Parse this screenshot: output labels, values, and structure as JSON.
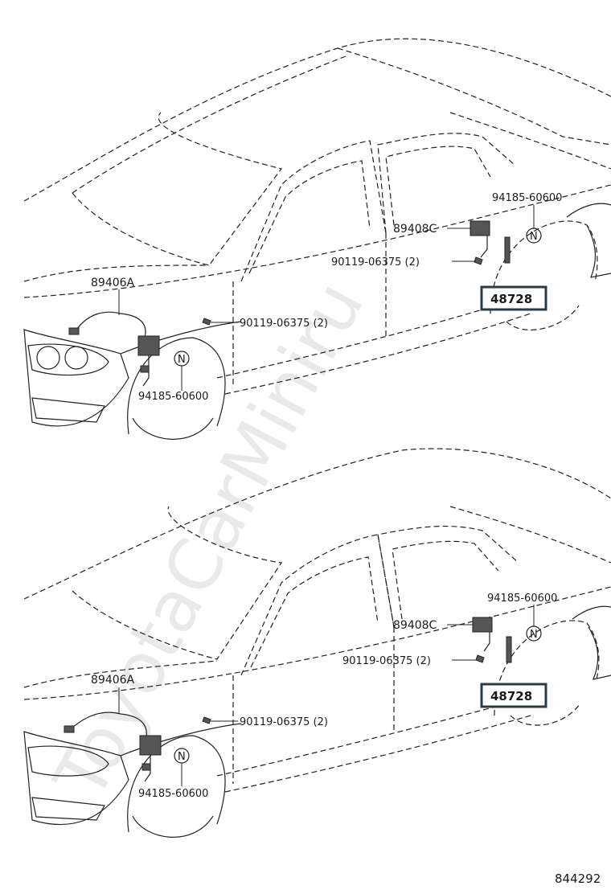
{
  "watermark": "ToyotaCarMiniru",
  "figure_number": "844292",
  "views": [
    {
      "labels": {
        "front_sensor": "89406A",
        "rear_sensor": "89408C",
        "bolt_front": "90119-06375 (2)",
        "bolt_rear": "90119-06375 (2)",
        "nut_front": "94185-60600",
        "nut_rear": "94185-60600",
        "assembly": "48728"
      },
      "nut_mark": "N"
    },
    {
      "labels": {
        "front_sensor": "89406A",
        "rear_sensor": "89408C",
        "bolt_front": "90119-06375 (2)",
        "bolt_rear": "90119-06375 (2)",
        "nut_front": "94185-60600",
        "nut_rear": "94185-60600",
        "assembly": "48728"
      },
      "nut_mark": "N"
    }
  ]
}
